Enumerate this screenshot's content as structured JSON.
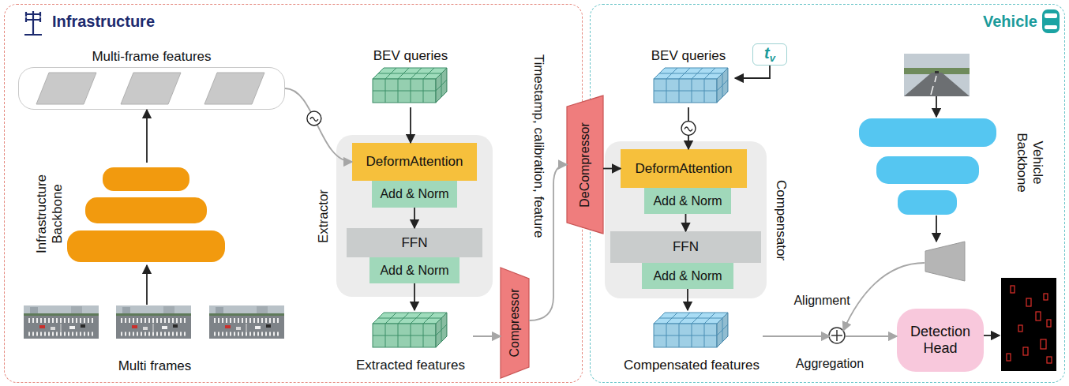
{
  "diagram": {
    "nodes": [
      {
        "text": [
          "Infrastructure"
        ]
      },
      {
        "text": [
          "Multi-frame features"
        ],
        "in": 0
      },
      {
        "text": [
          "Infrastructure Backbone"
        ],
        "in": 0
      },
      {
        "text": [
          "Multi frames"
        ],
        "in": 0
      },
      {
        "text": [
          "BEV queries"
        ],
        "in": 0
      },
      {
        "text": [
          "Extractor"
        ],
        "in": 0
      },
      {
        "text": [
          "DeformAttention"
        ],
        "in": 5
      },
      {
        "text": [
          "Add & Norm"
        ],
        "in": 5
      },
      {
        "text": [
          "FFN"
        ],
        "in": 5
      },
      {
        "text": [
          "Add & Norm"
        ],
        "in": 5
      },
      {
        "text": [
          "Extracted features"
        ],
        "in": 0
      },
      {
        "text": [
          "Compressor"
        ],
        "in": 0
      },
      {
        "text": [
          "Vehicle"
        ]
      },
      {
        "text": [
          "DeCompressor"
        ],
        "in": 12
      },
      {
        "text": [
          "BEV queries"
        ],
        "in": 12
      },
      {
        "text": [
          "t",
          "v"
        ],
        "in": 12
      },
      {
        "text": [
          "Compensator"
        ],
        "in": 12
      },
      {
        "text": [
          "DeformAttention"
        ],
        "in": 16
      },
      {
        "text": [
          "Add & Norm"
        ],
        "in": 16
      },
      {
        "text": [
          "FFN"
        ],
        "in": 16
      },
      {
        "text": [
          "Add & Norm"
        ],
        "in": 16
      },
      {
        "text": [
          "Compensated features"
        ],
        "in": 12
      },
      {
        "text": [
          "Vehicle Backbone"
        ],
        "in": 12
      },
      {
        "text": [
          "Alignment",
          "Aggregation"
        ],
        "in": 12
      },
      {
        "text": [
          "Detection Head"
        ],
        "in": 12
      }
    ],
    "edges": [
      {
        "from": 3,
        "to": 2,
        "arrow": "to"
      },
      {
        "from": 2,
        "to": 1,
        "arrow": "to"
      },
      {
        "from": 1,
        "to": 6,
        "arrow": "to"
      },
      {
        "from": 4,
        "to": 6,
        "arrow": "to"
      },
      {
        "from": 7,
        "to": 8,
        "arrow": "to"
      },
      {
        "from": 9,
        "to": 10,
        "arrow": "to"
      },
      {
        "from": 10,
        "to": 11,
        "arrow": "to"
      },
      {
        "from": 11,
        "to": 13,
        "arrow": "to",
        "label": "Timestamp, calibration, feature"
      },
      {
        "from": 13,
        "to": 17,
        "arrow": "to"
      },
      {
        "from": 15,
        "to": 14,
        "arrow": "to"
      },
      {
        "from": 14,
        "to": 17,
        "arrow": "to"
      },
      {
        "from": 18,
        "to": 19,
        "arrow": "to"
      },
      {
        "from": 20,
        "to": 21,
        "arrow": "to"
      },
      {
        "from": 21,
        "to": 23,
        "arrow": "to"
      },
      {
        "from": 22,
        "to": 23,
        "arrow": "to"
      },
      {
        "from": 23,
        "to": 24,
        "arrow": "to"
      }
    ]
  }
}
